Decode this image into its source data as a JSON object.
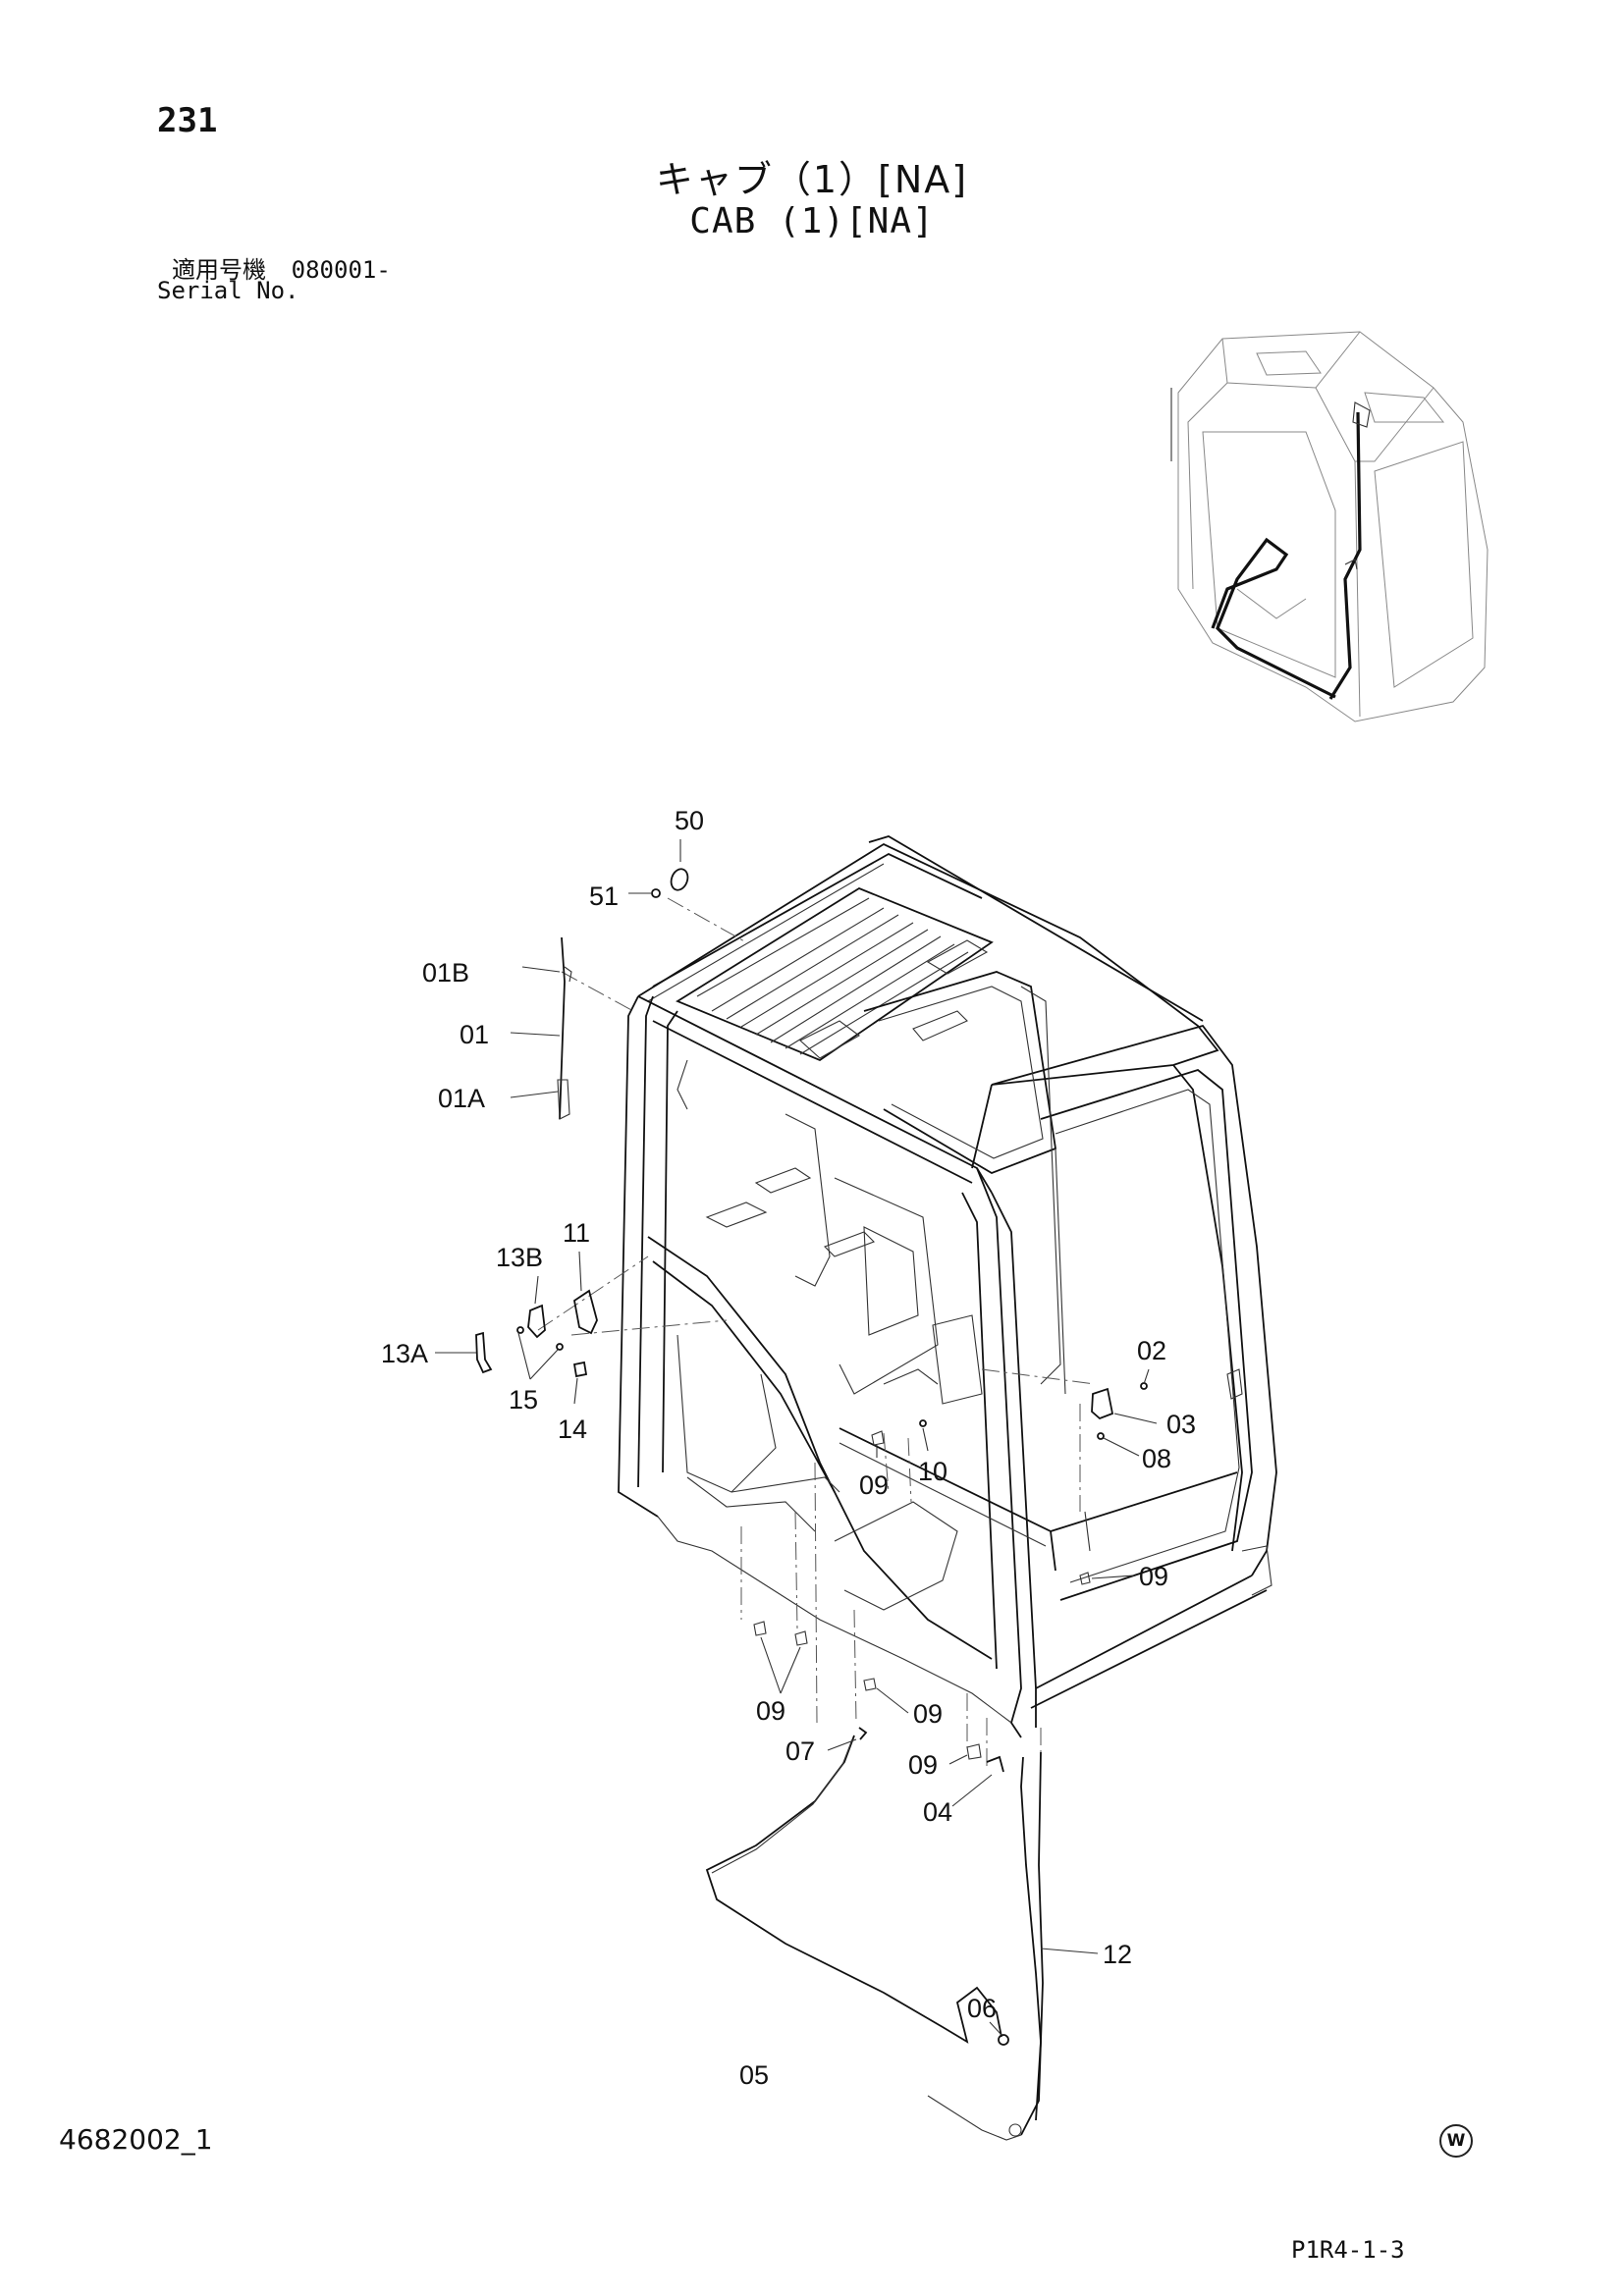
{
  "page_number": "231",
  "title_jp": "キャブ（1）[NA]",
  "title_en": "CAB (1)[NA]",
  "serial_label_jp": "適用号機",
  "serial_value": "080001-",
  "serial_label_en": "Serial No.",
  "doc_code": "4682002_1",
  "figure_code": "P1R4-1-3",
  "mark": "W",
  "callouts": {
    "c50": "50",
    "c51": "51",
    "c01B": "01B",
    "c01": "01",
    "c01A": "01A",
    "c13B": "13B",
    "c11": "11",
    "c13A": "13A",
    "c15": "15",
    "c14": "14",
    "c02": "02",
    "c03": "03",
    "c08": "08",
    "c10": "10",
    "c09a": "09",
    "c09b": "09",
    "c09c": "09",
    "c09d": "09",
    "c09e": "09",
    "c07": "07",
    "c04": "04",
    "c12": "12",
    "c06": "06",
    "c05": "05"
  }
}
